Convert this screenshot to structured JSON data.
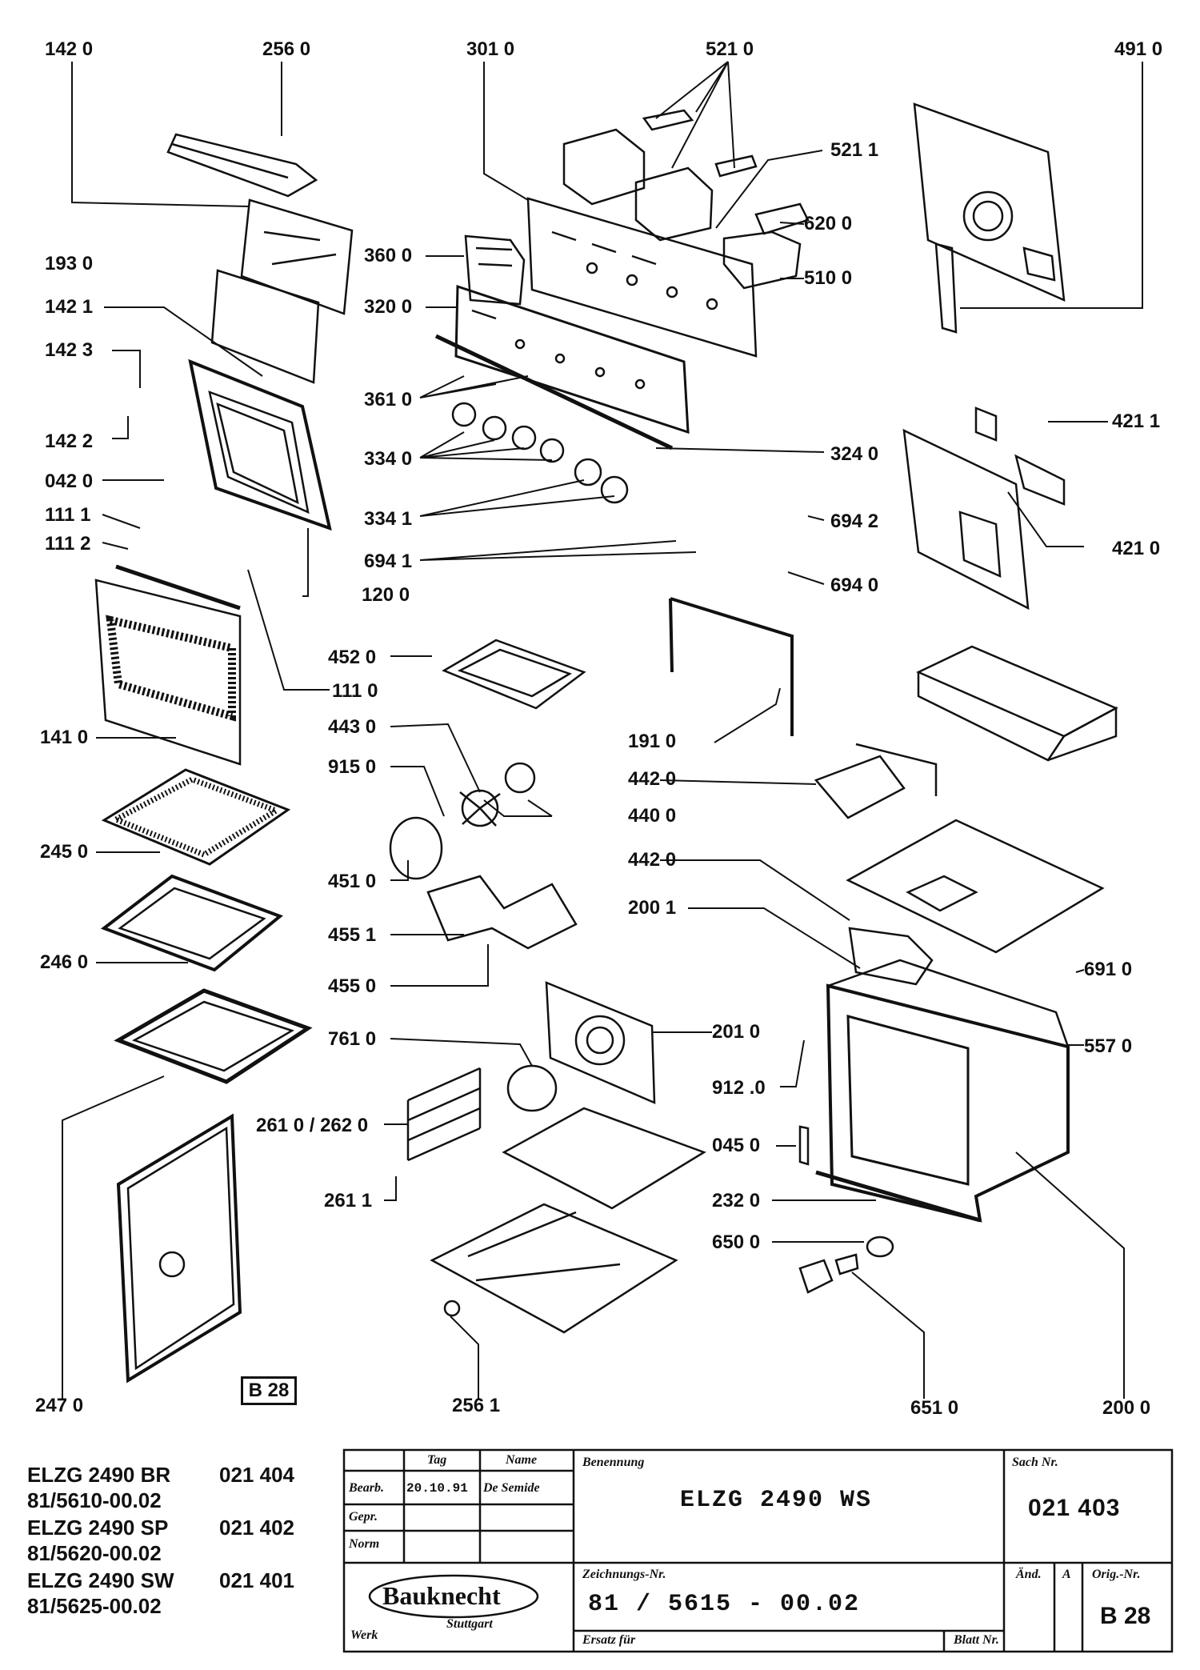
{
  "parts": [
    {
      "id": "142-0",
      "label": "142 0"
    },
    {
      "id": "256-0",
      "label": "256 0"
    },
    {
      "id": "301-0",
      "label": "301 0"
    },
    {
      "id": "521-0",
      "label": "521 0"
    },
    {
      "id": "491-0",
      "label": "491 0"
    },
    {
      "id": "521-1",
      "label": "521 1"
    },
    {
      "id": "620-0",
      "label": "620 0"
    },
    {
      "id": "510-0",
      "label": "510 0"
    },
    {
      "id": "360-0",
      "label": "360 0"
    },
    {
      "id": "193-0",
      "label": "193 0"
    },
    {
      "id": "320-0",
      "label": "320 0"
    },
    {
      "id": "142-1",
      "label": "142 1"
    },
    {
      "id": "142-3",
      "label": "142 3"
    },
    {
      "id": "361-0",
      "label": "361 0"
    },
    {
      "id": "142-2",
      "label": "142 2"
    },
    {
      "id": "421-1",
      "label": "421 1"
    },
    {
      "id": "334-0",
      "label": "334 0"
    },
    {
      "id": "324-0",
      "label": "324 0"
    },
    {
      "id": "042-0",
      "label": "042 0"
    },
    {
      "id": "334-1",
      "label": "334 1"
    },
    {
      "id": "111-1",
      "label": "111 1"
    },
    {
      "id": "694-2",
      "label": "694 2"
    },
    {
      "id": "111-2",
      "label": "111 2"
    },
    {
      "id": "421-0",
      "label": "421 0"
    },
    {
      "id": "694-1",
      "label": "694 1"
    },
    {
      "id": "694-0",
      "label": "694 0"
    },
    {
      "id": "120-0",
      "label": "120 0"
    },
    {
      "id": "452-0",
      "label": "452 0"
    },
    {
      "id": "111-0",
      "label": "111 0"
    },
    {
      "id": "141-0",
      "label": "141 0"
    },
    {
      "id": "443-0",
      "label": "443 0"
    },
    {
      "id": "191-0",
      "label": "191 0"
    },
    {
      "id": "915-0",
      "label": "915 0"
    },
    {
      "id": "442-0a",
      "label": "442 0"
    },
    {
      "id": "440-0",
      "label": "440 0"
    },
    {
      "id": "245-0",
      "label": "245 0"
    },
    {
      "id": "442-0b",
      "label": "442 0"
    },
    {
      "id": "451-0",
      "label": "451 0"
    },
    {
      "id": "200-1",
      "label": "200 1"
    },
    {
      "id": "455-1",
      "label": "455 1"
    },
    {
      "id": "246-0",
      "label": "246 0"
    },
    {
      "id": "691-0",
      "label": "691 0"
    },
    {
      "id": "455-0",
      "label": "455 0"
    },
    {
      "id": "761-0",
      "label": "761 0"
    },
    {
      "id": "201-0",
      "label": "201 0"
    },
    {
      "id": "557-0",
      "label": "557 0"
    },
    {
      "id": "912-0",
      "label": "912 .0"
    },
    {
      "id": "261-0",
      "label": "261 0 / 262 0"
    },
    {
      "id": "045-0",
      "label": "045 0"
    },
    {
      "id": "261-1",
      "label": "261 1"
    },
    {
      "id": "232-0",
      "label": "232 0"
    },
    {
      "id": "650-0",
      "label": "650 0"
    },
    {
      "id": "247-0",
      "label": "247 0"
    },
    {
      "id": "256-1",
      "label": "256 1"
    },
    {
      "id": "651-0",
      "label": "651 0"
    },
    {
      "id": "200-0",
      "label": "200 0"
    }
  ],
  "page_badge": "B 28",
  "variants": [
    {
      "model": "ELZG 2490 BR",
      "code": "021 404",
      "drawing": "81/5610-00.02"
    },
    {
      "model": "ELZG 2490 SP",
      "code": "021 402",
      "drawing": "81/5620-00.02"
    },
    {
      "model": "ELZG 2490 SW",
      "code": "021 401",
      "drawing": "81/5625-00.02"
    }
  ],
  "title_block": {
    "col_tag": "Tag",
    "col_name": "Name",
    "row_bearb": "Bearb.",
    "bearb_date": "20.10.91",
    "bearb_name": "De Semide",
    "row_gepr": "Gepr.",
    "row_norm": "Norm",
    "benennung_label": "Benennung",
    "benennung_value": "ELZG  2490  WS",
    "sach_label": "Sach Nr.",
    "sach_value": "021 403",
    "company": "Bauknecht",
    "company_city": "Stuttgart",
    "werk_label": "Werk",
    "zeichnung_label": "Zeichnungs-Nr.",
    "zeichnung_value": "81 / 5615  -  00.02",
    "aend_label": "Änd.",
    "aend_index": "A",
    "orig_label": "Orig.-Nr.",
    "orig_value": "B 28",
    "ersatz_label": "Ersatz für",
    "blatt_label": "Blatt Nr."
  }
}
